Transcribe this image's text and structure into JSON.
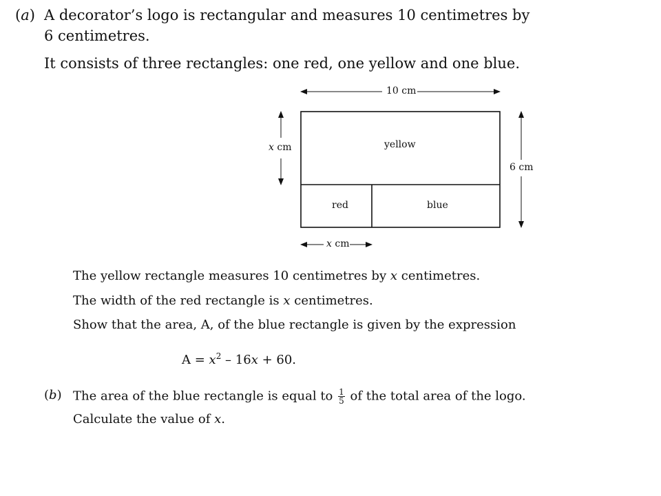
{
  "part_a": {
    "label": "(a)",
    "line1": "A decorator’s logo is rectangular and measures 10 centimetres by",
    "line2": "6 centimetres.",
    "line3": "It consists of three rectangles:  one red, one yellow and one blue."
  },
  "diagram": {
    "top_dim": "10 cm",
    "left_dim_var": "x",
    "left_dim_unit": "cm",
    "right_dim": "6 cm",
    "bottom_dim_var": "x",
    "bottom_dim_unit": "cm",
    "rect_yellow": "yellow",
    "rect_red": "red",
    "rect_blue": "blue"
  },
  "statements": {
    "s1_pre": "The yellow rectangle measures 10 centimetres by ",
    "s1_var": "x",
    "s1_post": " centimetres.",
    "s2_pre": "The width of the red rectangle is ",
    "s2_var": "x",
    "s2_post": " centimetres.",
    "s3": "Show that the area, A, of the blue rectangle is given by the expression"
  },
  "formula": {
    "lhs": "A = ",
    "x1": "x",
    "exp": "2",
    "mid": " – 16",
    "x2": "x",
    "tail": " + 60."
  },
  "part_b": {
    "label": "(b)",
    "line1_pre": "The area of the blue rectangle is equal to ",
    "frac_num": "1",
    "frac_den": "5",
    "line1_post": " of the total area of the logo.",
    "line2_pre": "Calculate the value of ",
    "line2_var": "x",
    "line2_post": "."
  }
}
